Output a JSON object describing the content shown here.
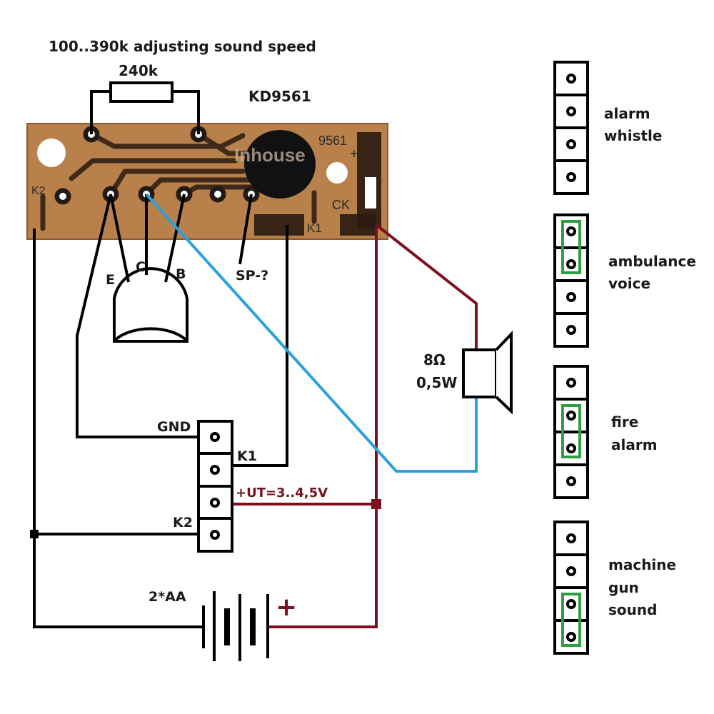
{
  "title": "100..390k adjusting sound speed",
  "resistor_value": "240k",
  "chip_label": "KD9561",
  "watermark": "Inhouse",
  "pcb": {
    "silk_chip": "9561",
    "silk_plus": "+",
    "silk_ck": "CK",
    "silk_k1": "K1",
    "silk_k2": "K2"
  },
  "transistor": {
    "emitter": "E",
    "collector": "C",
    "base": "B"
  },
  "sp_label": "SP-?",
  "speaker": {
    "impedance": "8Ω",
    "power": "0,5W"
  },
  "connector": {
    "gnd": "GND",
    "k1": "K1",
    "supply": "+UT=3..4,5V",
    "k2": "K2"
  },
  "battery": {
    "label": "2*AA",
    "plus": "+"
  },
  "modes": [
    {
      "line1": "alarm",
      "line2": "whistle"
    },
    {
      "line1": "ambulance",
      "line2": "voice"
    },
    {
      "line1": "fire",
      "line2": "alarm"
    },
    {
      "line1": "machine",
      "line2": "gun",
      "line3": "sound"
    }
  ],
  "colors": {
    "wire_black": "#000000",
    "wire_red": "#7a1020",
    "wire_blue": "#2aa0dc",
    "pcb": "#b8804a",
    "jumper_green": "#2e9e3e"
  }
}
